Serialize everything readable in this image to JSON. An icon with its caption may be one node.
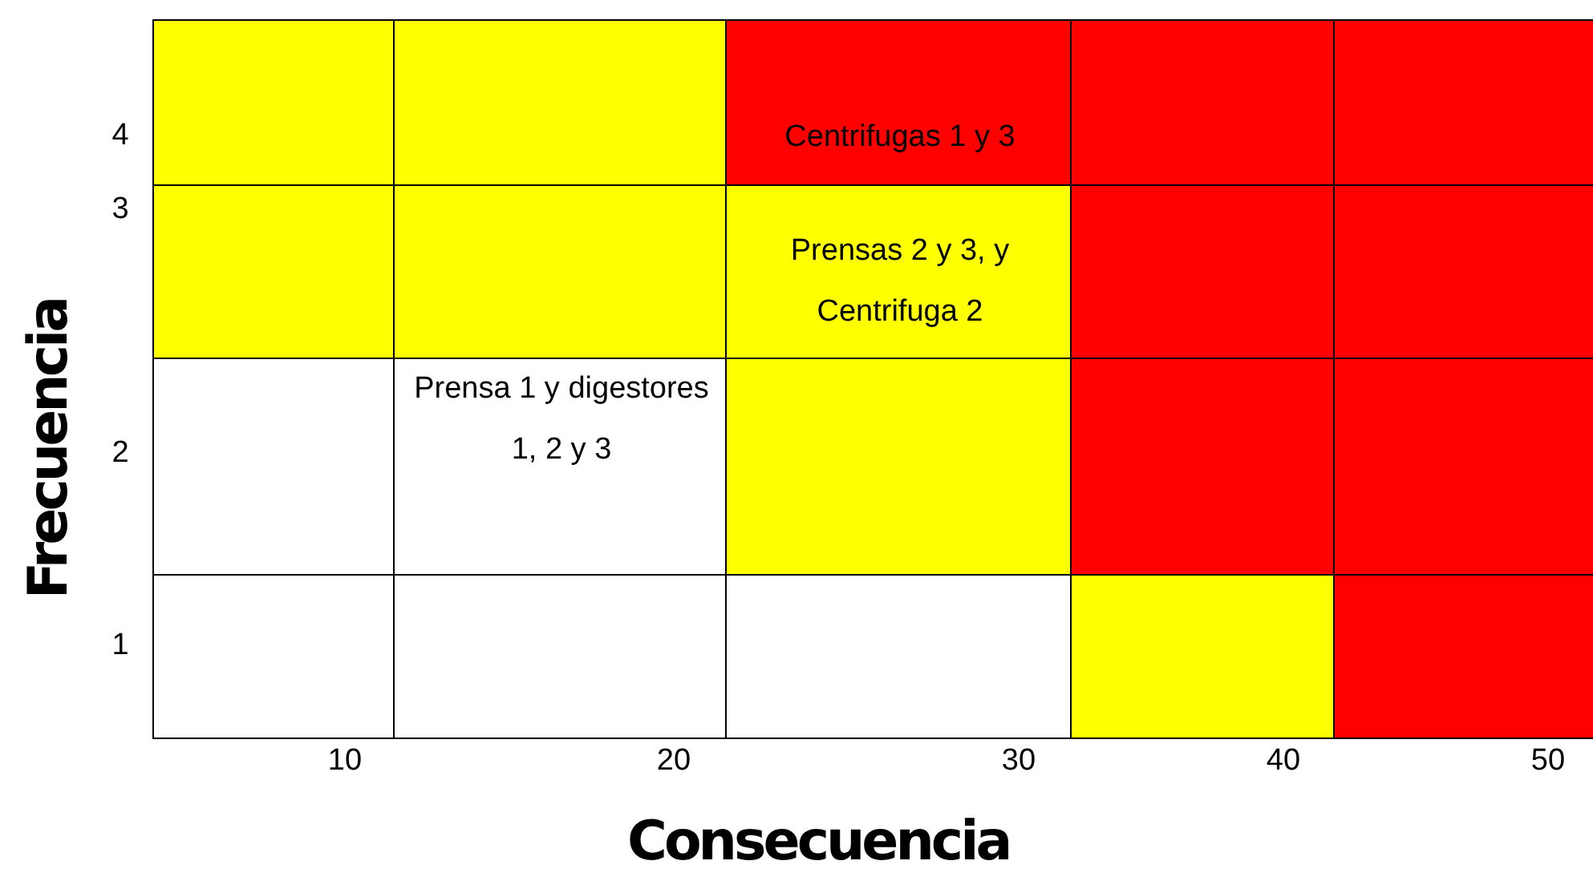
{
  "diagram": {
    "labels": [
      "Frecuencia",
      "4",
      "Centrifugas 1 y 3",
      "3",
      "Prensas 2 y 3, y Centrifuga 2",
      "2",
      "Prensa 1 y digestores 1, 2 y 3",
      "1",
      "10",
      "20",
      "30",
      "40",
      "50",
      "Consecuencia"
    ]
  }
}
